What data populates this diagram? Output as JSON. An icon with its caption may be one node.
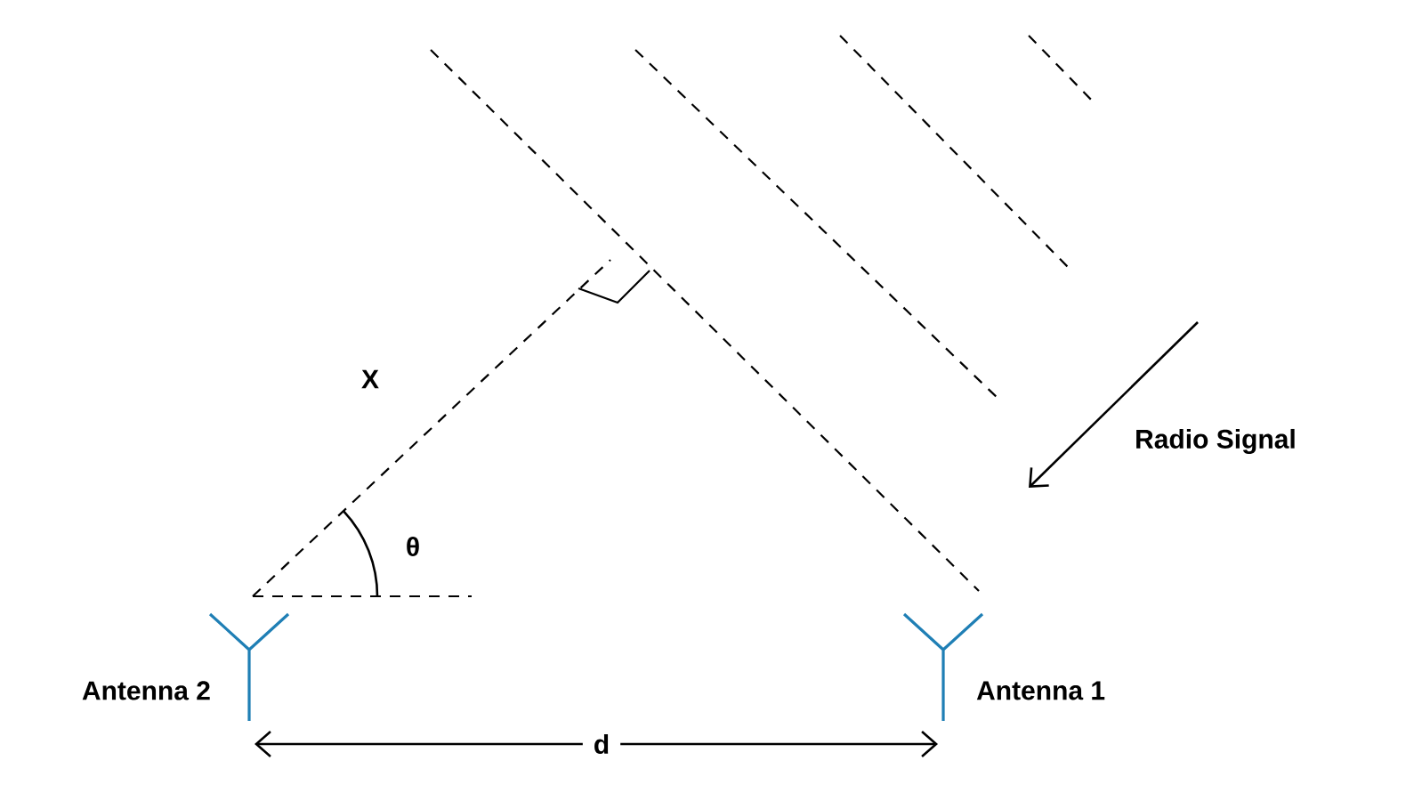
{
  "diagram": {
    "labels": [
      "X",
      "θ",
      "Radio Signal",
      "Antenna 2",
      "Antenna 1",
      "d"
    ]
  }
}
